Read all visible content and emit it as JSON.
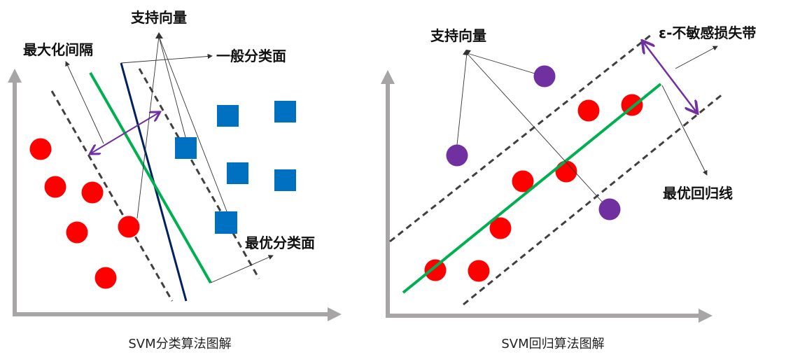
{
  "left_panel": {
    "caption": "SVM分类算法图解",
    "labels": {
      "support_vectors": "支持向量",
      "max_margin": "最大化间隔",
      "general_plane": "一般分类面",
      "optimal_plane": "最优分类面"
    }
  },
  "right_panel": {
    "caption": "SVM回归算法图解",
    "labels": {
      "support_vectors": "支持向量",
      "epsilon_band": "ε-不敏感损失带",
      "optimal_line": "最优回归线"
    }
  },
  "colors": {
    "red_points": "#ff0000",
    "blue_points": "#0070c0",
    "purple_points": "#7030a0",
    "optimal_line": "#00b050",
    "general_line": "#002060",
    "axis": "#a7a5a5"
  }
}
